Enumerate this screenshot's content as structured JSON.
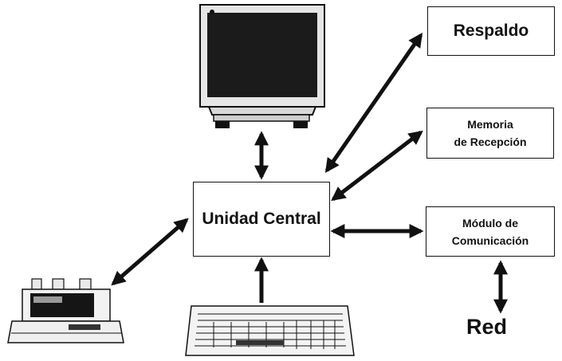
{
  "nodes": {
    "central": "Unidad Central",
    "respaldo": "Respaldo",
    "memoria": [
      "Memoria",
      "de Recepción"
    ],
    "modulo": [
      "Módulo de",
      "Comunicación"
    ],
    "red": "Red"
  },
  "devices": [
    "monitor-icon",
    "printer-icon",
    "keyboard-icon"
  ],
  "colors": {
    "ink": "#111111",
    "screen": "#1b1b1b",
    "paper": "#ffffff"
  }
}
